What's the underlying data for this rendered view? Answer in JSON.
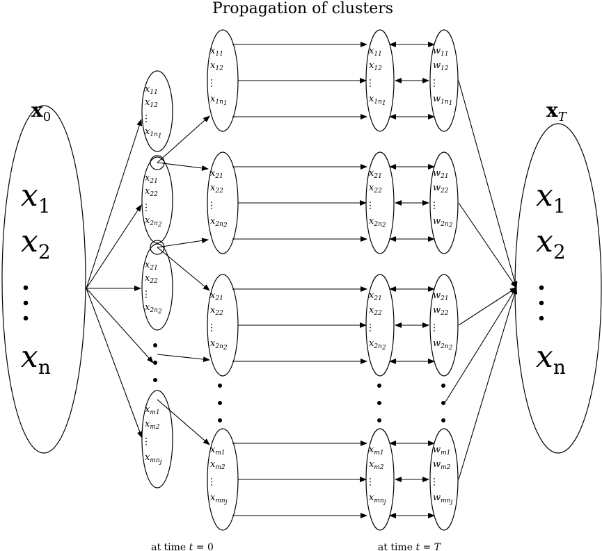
{
  "title": "Propagation of clusters",
  "left_big": {
    "symbol": "x",
    "sub": "0",
    "items": [
      {
        "v": "x",
        "s": "1"
      },
      {
        "v": "x",
        "s": "2"
      },
      {
        "v": "x",
        "s": "n"
      }
    ]
  },
  "right_big": {
    "symbol": "x",
    "sub": "T",
    "items": [
      {
        "v": "x",
        "s": "1"
      },
      {
        "v": "x",
        "s": "2"
      },
      {
        "v": "x",
        "s": "n"
      }
    ]
  },
  "cluster_x1": [
    {
      "v": "x",
      "s": "11"
    },
    {
      "v": "x",
      "s": "12"
    },
    {
      "v": "x",
      "s": "1n",
      "ss": "1"
    }
  ],
  "cluster_x2": [
    {
      "v": "x",
      "s": "21"
    },
    {
      "v": "x",
      "s": "22"
    },
    {
      "v": "x",
      "s": "2n",
      "ss": "2"
    }
  ],
  "cluster_xm": [
    {
      "v": "x",
      "s": "m1"
    },
    {
      "v": "x",
      "s": "m2"
    },
    {
      "v": "x",
      "s": "mn",
      "ss": "j"
    }
  ],
  "cluster_w1": [
    {
      "v": "w",
      "s": "11"
    },
    {
      "v": "w",
      "s": "12"
    },
    {
      "v": "w",
      "s": "1n",
      "ss": "1"
    }
  ],
  "cluster_w2": [
    {
      "v": "w",
      "s": "21"
    },
    {
      "v": "w",
      "s": "22"
    },
    {
      "v": "w",
      "s": "2n",
      "ss": "2"
    }
  ],
  "cluster_wm": [
    {
      "v": "w",
      "s": "m1"
    },
    {
      "v": "w",
      "s": "m2"
    },
    {
      "v": "w",
      "s": "mn",
      "ss": "j"
    }
  ],
  "caption_left": {
    "prefix": "at time ",
    "var": "t",
    "rest": " = 0"
  },
  "caption_right": {
    "prefix": "at time ",
    "var": "t",
    "rest": " = ",
    "var2": "T"
  }
}
